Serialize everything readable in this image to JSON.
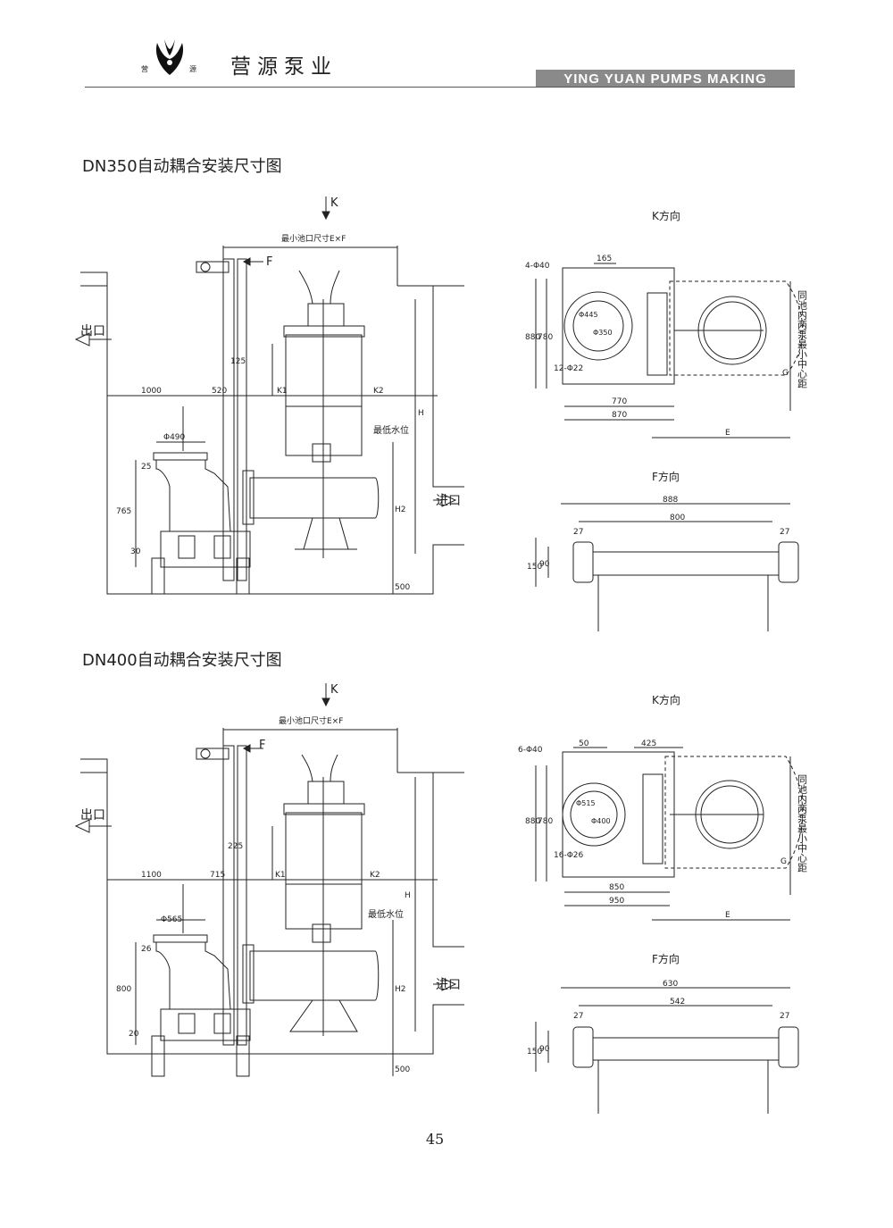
{
  "header": {
    "logo_chars": [
      "营",
      "源"
    ],
    "company_name": "营源泵业",
    "brand": "YING YUAN PUMPS MAKING"
  },
  "sections": [
    {
      "title": "DN350自动耦合安装尺寸图",
      "main": {
        "k_arrow": "K",
        "f_arrow": "F",
        "pit_size": "最小池口尺寸E×F",
        "outlet": "出口",
        "inlet": "进口",
        "dim_a": "1000",
        "dim_b": "520",
        "rail_gap": "125",
        "k1": "K1",
        "k2": "K2",
        "h": "H",
        "h2": "H2",
        "flange_dia": "Φ490",
        "dim_25": "25",
        "dim_765": "765",
        "dim_30": "30",
        "dim_500": "500",
        "water_level": "最低水位"
      },
      "k_view": {
        "title": "K方向",
        "bolt_holes": "4-Φ40",
        "dim_165": "165",
        "dim_880": "880",
        "dim_780": "780",
        "pcd_outer": "Φ445",
        "pcd_inner": "Φ350",
        "flange_holes": "12-Φ22",
        "dim_770": "770",
        "dim_870": "870",
        "e": "E",
        "g": "G",
        "note": "同池内两泵最小中心距"
      },
      "f_view": {
        "title": "F方向",
        "width_outer": "888",
        "width_inner": "800",
        "dim_27_left": "27",
        "dim_27_right": "27",
        "dim_150": "150",
        "dim_90": "90"
      }
    },
    {
      "title": "DN400自动耦合安装尺寸图",
      "main": {
        "k_arrow": "K",
        "f_arrow": "F",
        "pit_size": "最小池口尺寸E×F",
        "outlet": "出口",
        "inlet": "进口",
        "dim_a": "1100",
        "dim_b": "715",
        "rail_gap": "225",
        "k1": "K1",
        "k2": "K2",
        "h": "H",
        "h2": "H2",
        "flange_dia": "Φ565",
        "dim_25": "26",
        "dim_765": "800",
        "dim_30": "20",
        "dim_500": "500",
        "water_level": "最低水位"
      },
      "k_view": {
        "title": "K方向",
        "bolt_holes": "6-Φ40",
        "dim_165": "50",
        "dim_425": "425",
        "dim_880": "880",
        "dim_780": "780",
        "pcd_outer": "Φ515",
        "pcd_inner": "Φ400",
        "flange_holes": "16-Φ26",
        "dim_770": "850",
        "dim_870": "950",
        "e": "E",
        "g": "G",
        "note": "同池内两泵最小中心距"
      },
      "f_view": {
        "title": "F方向",
        "width_outer": "630",
        "width_inner": "542",
        "dim_27_left": "27",
        "dim_27_right": "27",
        "dim_150": "150",
        "dim_90": "90"
      }
    }
  ],
  "page_number": "45"
}
